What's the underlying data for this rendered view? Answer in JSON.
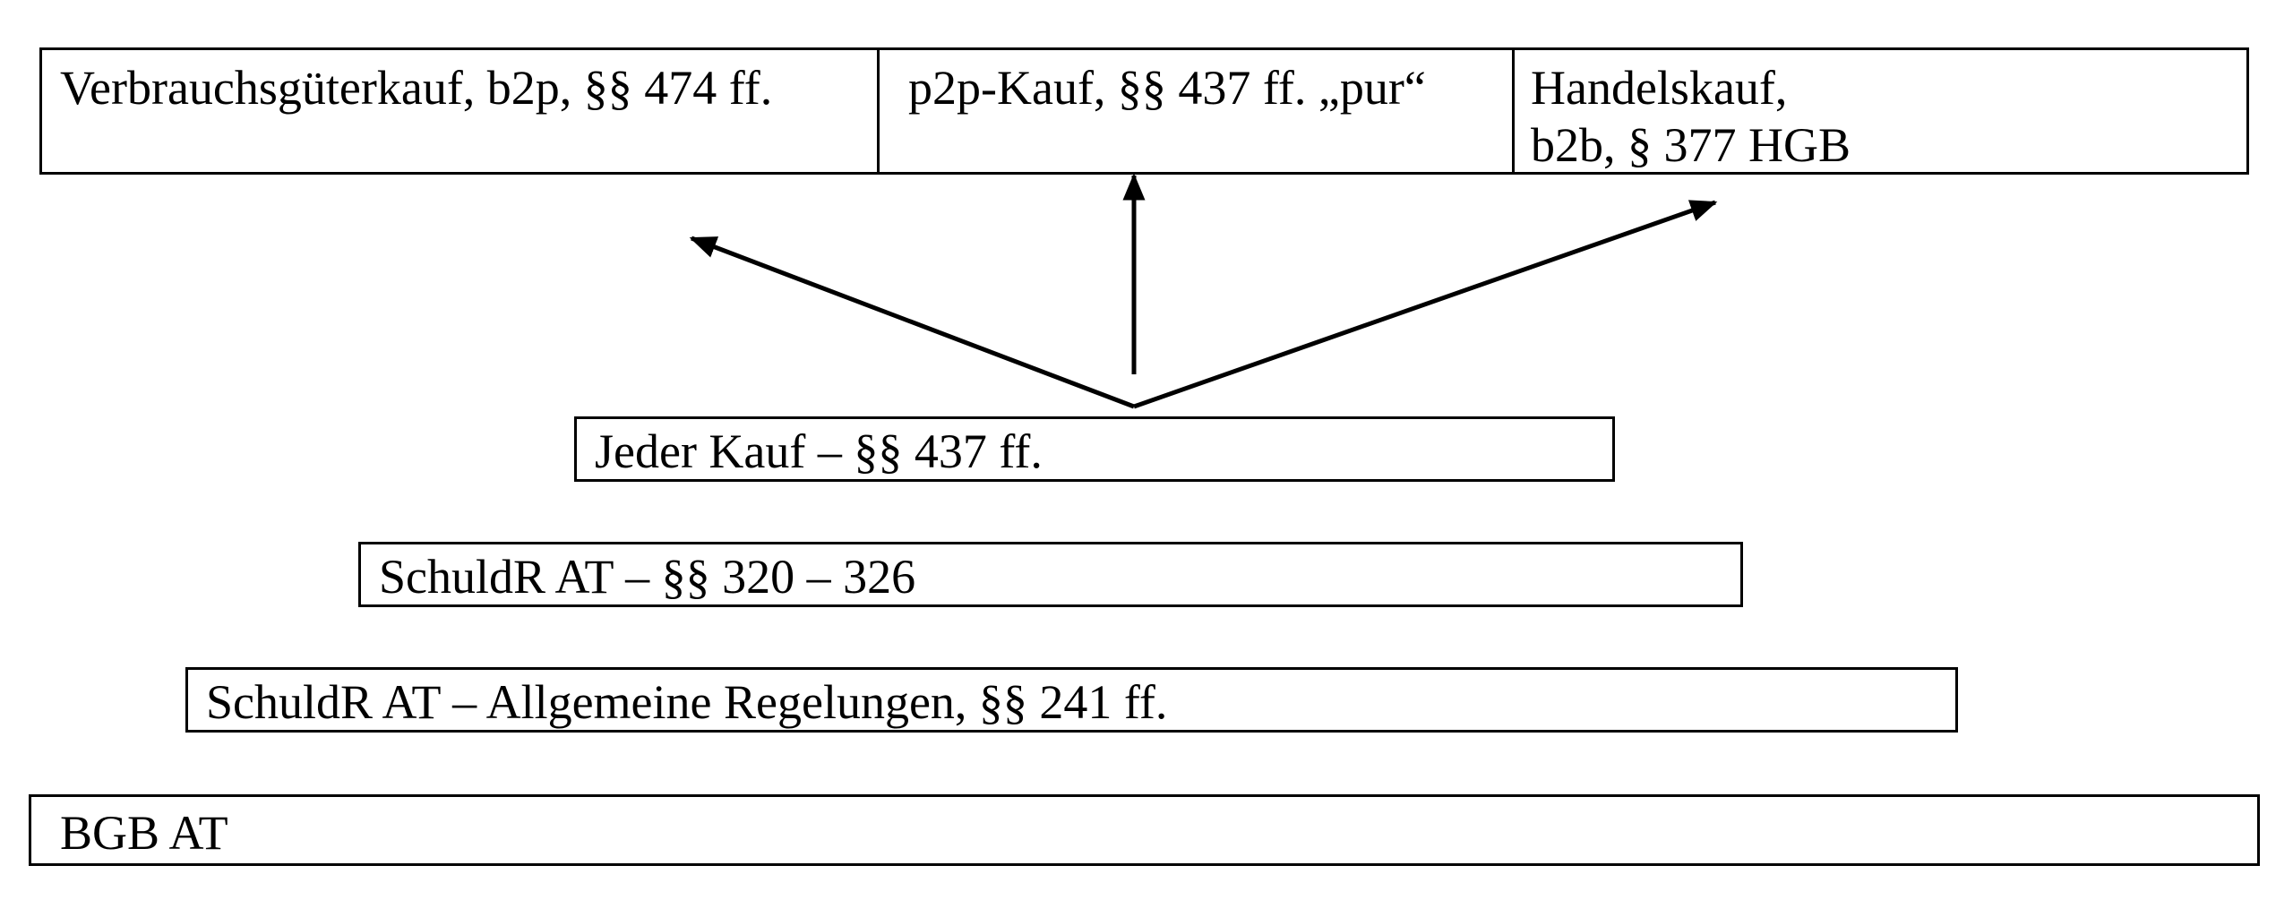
{
  "top_row": {
    "consumer_goods": "Verbrauchsgüterkauf, b2p, §§ 474 ff.",
    "p2p_purchase": "p2p-Kauf, §§ 437 ff. „pur“",
    "trade_purchase_line1": "Handelskauf,",
    "trade_purchase_line2": "b2b, § 377 HGB"
  },
  "layers": {
    "every_purchase": "Jeder Kauf – §§ 437 ff.",
    "schuldr_specific": "SchuldR  AT – §§ 320 – 326",
    "schuldr_general": "SchuldR  AT – Allgemeine Regelungen, §§ 241 ff.",
    "bgb_at": "BGB AT"
  }
}
